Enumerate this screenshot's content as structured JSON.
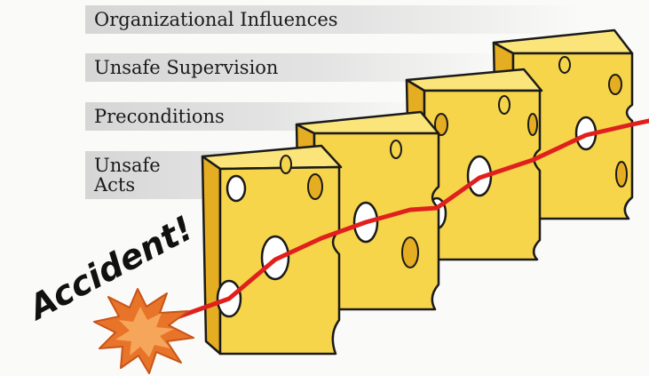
{
  "layers": {
    "organizational": "Organizational Influences",
    "supervision": "Unsafe Supervision",
    "preconditions": "Preconditions",
    "acts_line1": "Unsafe",
    "acts_line2": "Acts"
  },
  "accident_label": "Accident!",
  "colors": {
    "cheese_face": "#f7d54a",
    "cheese_side": "#e5ad22",
    "cheese_top": "#fbe57a",
    "outline": "#1a1a1a",
    "trajectory": "#e0201d",
    "burst_outer": "#e8742a",
    "burst_inner": "#f6a65a",
    "accident_text": "#111111"
  }
}
